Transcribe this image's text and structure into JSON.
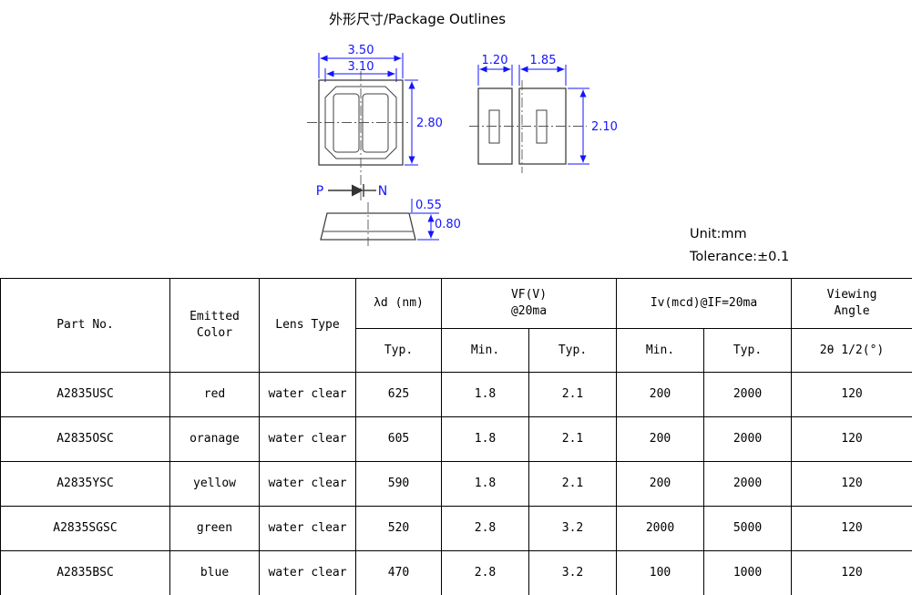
{
  "page": {
    "title": "外形尺寸/Package Outlines",
    "unit": "Unit:mm",
    "tolerance": "Tolerance:±0.1"
  },
  "colors": {
    "dimension_blue": "#1414ff",
    "outline_dark": "#404040"
  },
  "drawing": {
    "top_view": {
      "dim_outer_width": "3.50",
      "dim_inner_width": "3.10",
      "dim_height": "2.80"
    },
    "bottom_view": {
      "dim_pad_left": "1.20",
      "dim_pad_right": "1.85",
      "dim_height": "2.10"
    },
    "polarity": {
      "anode": "P",
      "cathode": "N"
    },
    "side_view": {
      "dim_upper": "0.55",
      "dim_total": "0.80"
    }
  },
  "table": {
    "headers": {
      "part_no": "Part No.",
      "emitted_color": "Emitted\nColor",
      "lens_type": "Lens Type",
      "lambda": "λd (nm)",
      "vf": "VF(V)\n@20ma",
      "iv": "Iv(mcd)@IF=20ma",
      "viewing_angle": "Viewing\nAngle",
      "typ": "Typ.",
      "min": "Min.",
      "angle_formula": "2θ 1/2(°)"
    },
    "rows": [
      {
        "part_no": "A2835USC",
        "color": "red",
        "lens": "water clear",
        "lambda_typ": "625",
        "vf_min": "1.8",
        "vf_typ": "2.1",
        "iv_min": "200",
        "iv_typ": "2000",
        "angle": "120"
      },
      {
        "part_no": "A2835OSC",
        "color": "oranage",
        "lens": "water clear",
        "lambda_typ": "605",
        "vf_min": "1.8",
        "vf_typ": "2.1",
        "iv_min": "200",
        "iv_typ": "2000",
        "angle": "120"
      },
      {
        "part_no": "A2835YSC",
        "color": "yellow",
        "lens": "water clear",
        "lambda_typ": "590",
        "vf_min": "1.8",
        "vf_typ": "2.1",
        "iv_min": "200",
        "iv_typ": "2000",
        "angle": "120"
      },
      {
        "part_no": "A2835SGSC",
        "color": "green",
        "lens": "water clear",
        "lambda_typ": "520",
        "vf_min": "2.8",
        "vf_typ": "3.2",
        "iv_min": "2000",
        "iv_typ": "5000",
        "angle": "120"
      },
      {
        "part_no": "A2835BSC",
        "color": "blue",
        "lens": "water clear",
        "lambda_typ": "470",
        "vf_min": "2.8",
        "vf_typ": "3.2",
        "iv_min": "100",
        "iv_typ": "1000",
        "angle": "120"
      }
    ]
  }
}
